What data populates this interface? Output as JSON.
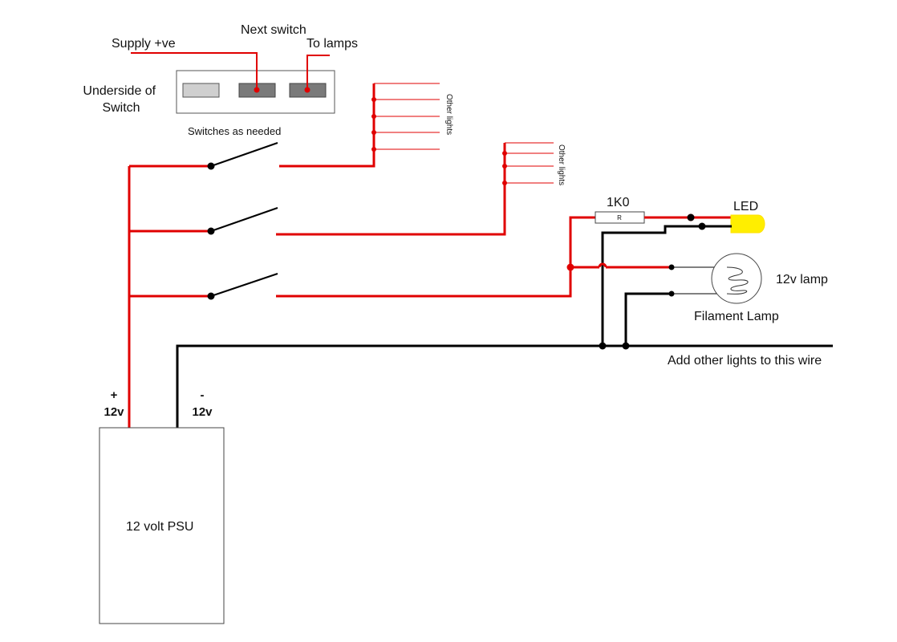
{
  "colors": {
    "positive": "#e00000",
    "negative": "#000000",
    "led": "#ffee00",
    "contact_fill": "#7a7a7a",
    "contact_fill_light": "#cfcfcf"
  },
  "switch_detail": {
    "title": "Underside of Switch",
    "label_supply": "Supply +ve",
    "label_next": "Next switch",
    "label_lamps": "To lamps"
  },
  "switches_caption": "Switches as needed",
  "other_lights_label": "Other lights",
  "resistor": {
    "value": "1K0",
    "marking": "R"
  },
  "led_label": "LED",
  "lamp_label": "12v lamp",
  "filament_label": "Filament Lamp",
  "wire_note": "Add other lights to this wire",
  "psu": {
    "label": "12 volt PSU",
    "pos_sign": "+",
    "pos_volt": "12v",
    "neg_sign": "-",
    "neg_volt": "12v"
  }
}
